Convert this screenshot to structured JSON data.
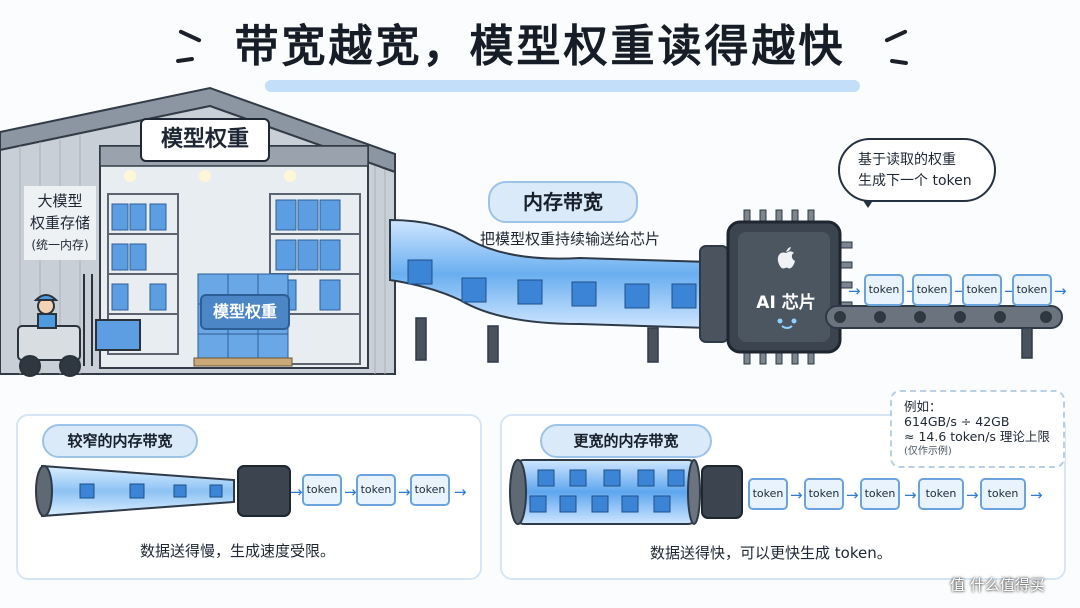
{
  "title": "带宽越宽，模型权重读得越快",
  "warehouse": {
    "sign": "模型权重",
    "side_label": [
      "大模型",
      "权重存储",
      "(统一内存)"
    ],
    "pallet_label": "模型权重"
  },
  "bandwidth": {
    "label": "内存带宽",
    "caption": "把模型权重持续输送给芯片"
  },
  "chip": {
    "label": "AI 芯片",
    "logo": "apple-icon"
  },
  "bubble": [
    "基于读取的权重",
    "生成下一个 token"
  ],
  "tokens": {
    "text": "token",
    "main": [
      "token",
      "token",
      "token",
      "token"
    ],
    "narrow": [
      "token",
      "token",
      "token"
    ],
    "wide": [
      "token",
      "token",
      "token",
      "token",
      "token"
    ]
  },
  "panel_narrow": {
    "label": "较窄的内存带宽",
    "caption": "数据送得慢，生成速度受限。"
  },
  "panel_wide": {
    "label": "更宽的内存带宽",
    "caption": "数据送得快，可以更快生成 token。"
  },
  "example": {
    "line1": "例如：",
    "line2": "614GB/s ÷ 42GB",
    "line3": "≈ 14.6 token/s 理论上限",
    "line4": "(仅作示例)"
  },
  "watermark": "值 什么值得买",
  "colors": {
    "accent": "#2f7bd2",
    "pill_fill": "#dbeaf9",
    "box_blue": "#4a8fd8",
    "chip_dark": "#3c4550"
  }
}
